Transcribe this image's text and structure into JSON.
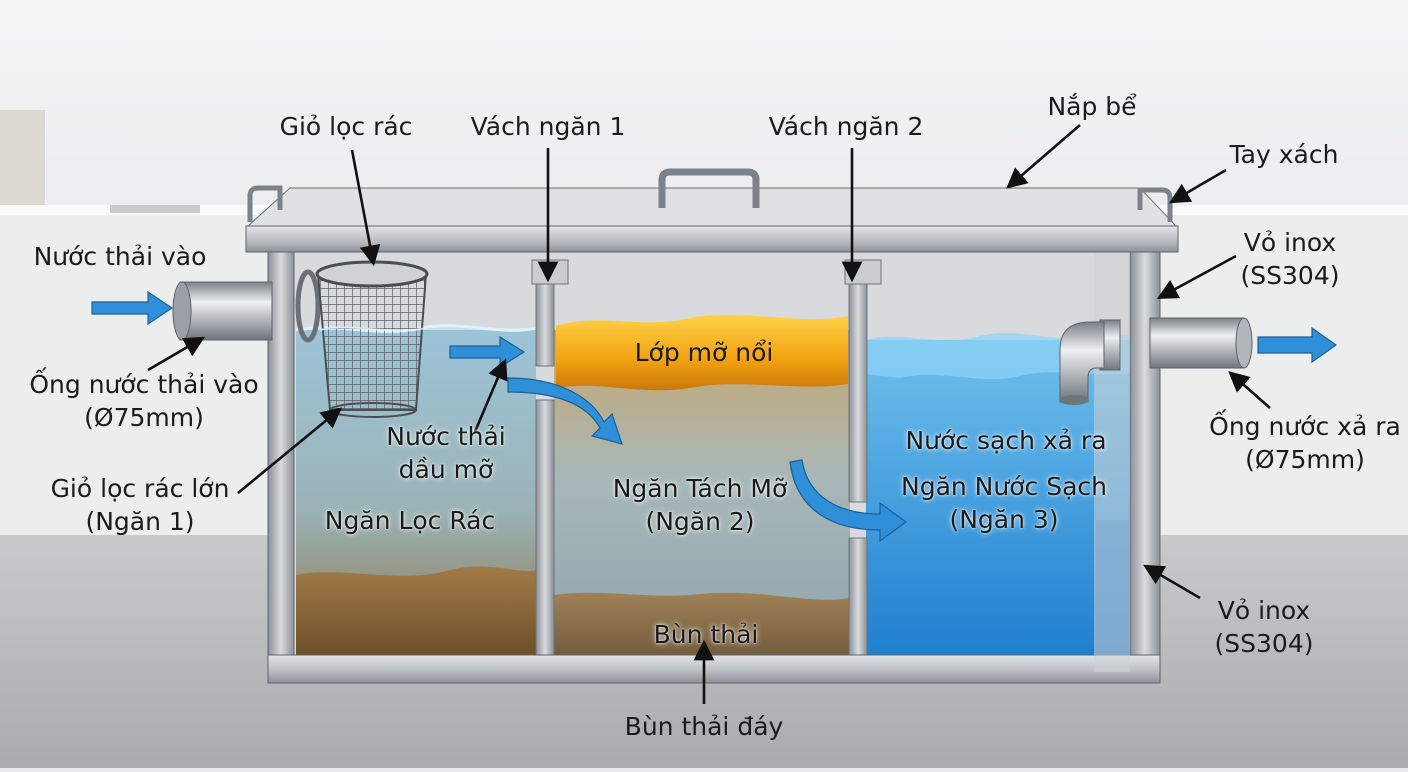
{
  "labels": {
    "gio_loc_rac": "Giỏ lọc rác",
    "vach_ngan_1": "Vách ngăn 1",
    "vach_ngan_2": "Vách ngăn 2",
    "nap_be": "Nắp bể",
    "tay_xach": "Tay xách",
    "vo_inox_top": [
      "Vỏ inox",
      "(SS304)"
    ],
    "nuoc_thai_vao": "Nước thải vào",
    "ong_nuoc_thai_vao": [
      "Ống nước thải vào",
      "(Ø75mm)"
    ],
    "gio_loc_rac_lon": [
      "Giỏ lọc rác lớn",
      "(Ngăn 1)"
    ],
    "nuoc_thai_dau_mo": [
      "Nước thải",
      "dầu mỡ"
    ],
    "ngan_loc_rac": "Ngăn Lọc Rác",
    "lop_mo_noi": "Lớp mỡ nổi",
    "ngan_tach_mo": [
      "Ngăn Tách Mỡ",
      "(Ngăn 2)"
    ],
    "bun_thai": "Bùn thải",
    "nuoc_sach_xa_ra": "Nước sạch xả ra",
    "ngan_nuoc_sach": [
      "Ngăn Nước Sạch",
      "(Ngăn 3)"
    ],
    "ong_nuoc_xa_ra": [
      "Ống nước xả ra",
      "(Ø75mm)"
    ],
    "vo_inox_bottom": [
      "Vỏ inox",
      "(SS304)"
    ],
    "bun_thai_day": "Bùn thải đáy"
  },
  "colors": {
    "steel": "#b9bdc2",
    "steel_dark": "#7f858c",
    "water_dirty": "#8fb8cf",
    "sludge": "#8a6434",
    "grease": "#f0a514",
    "water_clean": "#3c9ee0",
    "flow_arrow": "#2f8fd8"
  }
}
